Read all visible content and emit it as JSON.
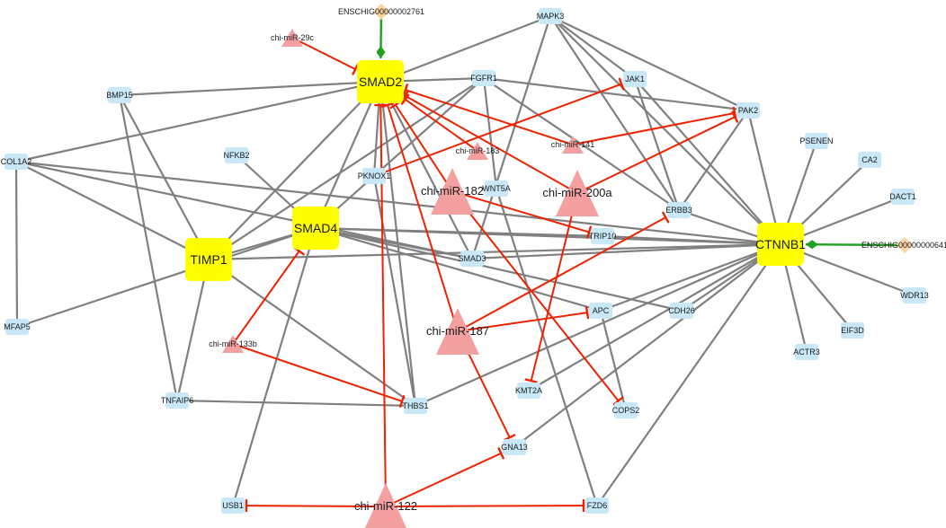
{
  "nodes": [
    {
      "id": "SMAD2",
      "label": "SMAD2",
      "type": "hub"
    },
    {
      "id": "SMAD4",
      "label": "SMAD4",
      "type": "hub"
    },
    {
      "id": "TIMP1",
      "label": "TIMP1",
      "type": "hub"
    },
    {
      "id": "CTNNB1",
      "label": "CTNNB1",
      "type": "hub"
    },
    {
      "id": "ENS2761",
      "label": "ENSCHIG00000002761",
      "type": "lnc"
    },
    {
      "id": "ENS0641",
      "label": "ENSCHIG00000000641",
      "type": "lnc"
    },
    {
      "id": "miR29c",
      "label": "chi-miR-29c",
      "type": "mirna-s"
    },
    {
      "id": "miR183",
      "label": "chi-miR-183",
      "type": "mirna-s"
    },
    {
      "id": "miR141",
      "label": "chi-miR-141",
      "type": "mirna-s"
    },
    {
      "id": "miR133b",
      "label": "chi-miR-133b",
      "type": "mirna-s"
    },
    {
      "id": "miR182",
      "label": "chi-miR-182",
      "type": "mirna-l"
    },
    {
      "id": "miR200a",
      "label": "chi-miR-200a",
      "type": "mirna-l"
    },
    {
      "id": "miR187",
      "label": "chi-miR-187",
      "type": "mirna-l"
    },
    {
      "id": "miR122",
      "label": "chi-miR-122",
      "type": "mirna-l"
    },
    {
      "id": "MAPK3",
      "label": "MAPK3",
      "type": "gene"
    },
    {
      "id": "FGFR1",
      "label": "FGFR1",
      "type": "gene"
    },
    {
      "id": "JAK1",
      "label": "JAK1",
      "type": "gene"
    },
    {
      "id": "PAK2",
      "label": "PAK2",
      "type": "gene"
    },
    {
      "id": "BMP15",
      "label": "BMP15",
      "type": "gene"
    },
    {
      "id": "COL1A2",
      "label": "COL1A2",
      "type": "gene"
    },
    {
      "id": "NFKB2",
      "label": "NFKB2",
      "type": "gene"
    },
    {
      "id": "PKNOX1",
      "label": "PKNOX1",
      "type": "gene"
    },
    {
      "id": "WNT5A",
      "label": "WNT5A",
      "type": "gene"
    },
    {
      "id": "ERBB3",
      "label": "ERBB3",
      "type": "gene"
    },
    {
      "id": "TRIP10",
      "label": "TRIP10",
      "type": "gene"
    },
    {
      "id": "SMAD3",
      "label": "SMAD3",
      "type": "gene"
    },
    {
      "id": "PSENEN",
      "label": "PSENEN",
      "type": "gene"
    },
    {
      "id": "CA2",
      "label": "CA2",
      "type": "gene"
    },
    {
      "id": "DACT1",
      "label": "DACT1",
      "type": "gene"
    },
    {
      "id": "WDR13",
      "label": "WDR13",
      "type": "gene"
    },
    {
      "id": "EIF3D",
      "label": "EIF3D",
      "type": "gene"
    },
    {
      "id": "ACTR3",
      "label": "ACTR3",
      "type": "gene"
    },
    {
      "id": "CDH26",
      "label": "CDH26",
      "type": "gene"
    },
    {
      "id": "APC",
      "label": "APC",
      "type": "gene"
    },
    {
      "id": "KMT2A",
      "label": "KMT2A",
      "type": "gene"
    },
    {
      "id": "COPS2",
      "label": "COPS2",
      "type": "gene"
    },
    {
      "id": "GNA13",
      "label": "GNA13",
      "type": "gene"
    },
    {
      "id": "THBS1",
      "label": "THBS1",
      "type": "gene"
    },
    {
      "id": "TNFAIP6",
      "label": "TNFAIP6",
      "type": "gene"
    },
    {
      "id": "MFAP5",
      "label": "MFAP5",
      "type": "gene"
    },
    {
      "id": "USB1",
      "label": "USB1",
      "type": "gene"
    },
    {
      "id": "FZD6",
      "label": "FZD6",
      "type": "gene"
    }
  ],
  "edges": [
    {
      "from": "SMAD2",
      "to": "MAPK3",
      "kind": "ppi"
    },
    {
      "from": "SMAD2",
      "to": "BMP15",
      "kind": "ppi"
    },
    {
      "from": "SMAD2",
      "to": "COL1A2",
      "kind": "ppi"
    },
    {
      "from": "SMAD2",
      "to": "TIMP1",
      "kind": "ppi"
    },
    {
      "from": "SMAD2",
      "to": "SMAD4",
      "kind": "ppi"
    },
    {
      "from": "SMAD2",
      "to": "THBS1",
      "kind": "ppi"
    },
    {
      "from": "SMAD2",
      "to": "SMAD3",
      "kind": "ppi"
    },
    {
      "from": "SMAD2",
      "to": "PKNOX1",
      "kind": "ppi"
    },
    {
      "from": "SMAD2",
      "to": "FGFR1",
      "kind": "ppi"
    },
    {
      "from": "FGFR1",
      "to": "TIMP1",
      "kind": "ppi"
    },
    {
      "from": "FGFR1",
      "to": "SMAD4",
      "kind": "ppi"
    },
    {
      "from": "FGFR1",
      "to": "PAK2",
      "kind": "ppi"
    },
    {
      "from": "FGFR1",
      "to": "WNT5A",
      "kind": "ppi"
    },
    {
      "from": "FGFR1",
      "to": "ERBB3",
      "kind": "ppi"
    },
    {
      "from": "MAPK3",
      "to": "SMAD3",
      "kind": "ppi"
    },
    {
      "from": "MAPK3",
      "to": "JAK1",
      "kind": "ppi"
    },
    {
      "from": "MAPK3",
      "to": "PAK2",
      "kind": "ppi"
    },
    {
      "from": "MAPK3",
      "to": "ERBB3",
      "kind": "ppi"
    },
    {
      "from": "MAPK3",
      "to": "CTNNB1",
      "kind": "ppi"
    },
    {
      "from": "JAK1",
      "to": "ERBB3",
      "kind": "ppi"
    },
    {
      "from": "JAK1",
      "to": "CTNNB1",
      "kind": "ppi"
    },
    {
      "from": "PAK2",
      "to": "ERBB3",
      "kind": "ppi"
    },
    {
      "from": "PAK2",
      "to": "CTNNB1",
      "kind": "ppi"
    },
    {
      "from": "BMP15",
      "to": "TIMP1",
      "kind": "ppi"
    },
    {
      "from": "BMP15",
      "to": "TNFAIP6",
      "kind": "ppi"
    },
    {
      "from": "COL1A2",
      "to": "TIMP1",
      "kind": "ppi"
    },
    {
      "from": "COL1A2",
      "to": "MFAP5",
      "kind": "ppi"
    },
    {
      "from": "COL1A2",
      "to": "SMAD3",
      "kind": "ppi"
    },
    {
      "from": "MFAP5",
      "to": "SMAD4",
      "kind": "ppi"
    },
    {
      "from": "TIMP1",
      "to": "TNFAIP6",
      "kind": "ppi"
    },
    {
      "from": "TIMP1",
      "to": "SMAD4",
      "kind": "ppi"
    },
    {
      "from": "TIMP1",
      "to": "THBS1",
      "kind": "ppi"
    },
    {
      "from": "TIMP1",
      "to": "CTNNB1",
      "kind": "ppi"
    },
    {
      "from": "TNFAIP6",
      "to": "THBS1",
      "kind": "ppi"
    },
    {
      "from": "NFKB2",
      "to": "SMAD4",
      "kind": "ppi"
    },
    {
      "from": "PKNOX1",
      "to": "THBS1",
      "kind": "ppi"
    },
    {
      "from": "SMAD4",
      "to": "SMAD3",
      "kind": "ppi"
    },
    {
      "from": "SMAD4",
      "to": "TRIP10",
      "kind": "ppi"
    },
    {
      "from": "SMAD4",
      "to": "APC",
      "kind": "ppi"
    },
    {
      "from": "SMAD4",
      "to": "CTNNB1",
      "kind": "ppi"
    },
    {
      "from": "SMAD4",
      "to": "USB1",
      "kind": "ppi"
    },
    {
      "from": "SMAD4",
      "to": "CDH26",
      "kind": "ppi"
    },
    {
      "from": "WNT5A",
      "to": "FZD6",
      "kind": "ppi"
    },
    {
      "from": "SMAD3",
      "to": "CTNNB1",
      "kind": "ppi"
    },
    {
      "from": "TRIP10",
      "to": "CTNNB1",
      "kind": "ppi"
    },
    {
      "from": "ERBB3",
      "to": "CTNNB1",
      "kind": "ppi"
    },
    {
      "from": "COL1A2",
      "to": "CTNNB1",
      "kind": "ppi"
    },
    {
      "from": "CTNNB1",
      "to": "PSENEN",
      "kind": "ppi"
    },
    {
      "from": "CTNNB1",
      "to": "CA2",
      "kind": "ppi"
    },
    {
      "from": "CTNNB1",
      "to": "DACT1",
      "kind": "ppi"
    },
    {
      "from": "CTNNB1",
      "to": "WDR13",
      "kind": "ppi"
    },
    {
      "from": "CTNNB1",
      "to": "EIF3D",
      "kind": "ppi"
    },
    {
      "from": "CTNNB1",
      "to": "ACTR3",
      "kind": "ppi"
    },
    {
      "from": "CTNNB1",
      "to": "APC",
      "kind": "ppi"
    },
    {
      "from": "CTNNB1",
      "to": "CDH26",
      "kind": "ppi"
    },
    {
      "from": "CTNNB1",
      "to": "KMT2A",
      "kind": "ppi"
    },
    {
      "from": "CTNNB1",
      "to": "THBS1",
      "kind": "ppi"
    },
    {
      "from": "CTNNB1",
      "to": "GNA13",
      "kind": "ppi"
    },
    {
      "from": "CTNNB1",
      "to": "FZD6",
      "kind": "ppi"
    },
    {
      "from": "APC",
      "to": "COPS2",
      "kind": "ppi"
    },
    {
      "from": "miR29c",
      "to": "SMAD2",
      "kind": "inhibit"
    },
    {
      "from": "miR183",
      "to": "SMAD2",
      "kind": "inhibit"
    },
    {
      "from": "miR141",
      "to": "SMAD2",
      "kind": "inhibit"
    },
    {
      "from": "miR141",
      "to": "PAK2",
      "kind": "inhibit"
    },
    {
      "from": "miR182",
      "to": "SMAD2",
      "kind": "inhibit"
    },
    {
      "from": "miR182",
      "to": "TRIP10",
      "kind": "inhibit"
    },
    {
      "from": "miR182",
      "to": "COPS2",
      "kind": "inhibit"
    },
    {
      "from": "miR200a",
      "to": "SMAD2",
      "kind": "inhibit"
    },
    {
      "from": "miR200a",
      "to": "PAK2",
      "kind": "inhibit"
    },
    {
      "from": "miR200a",
      "to": "KMT2A",
      "kind": "inhibit"
    },
    {
      "from": "miR187",
      "to": "SMAD2",
      "kind": "inhibit"
    },
    {
      "from": "miR187",
      "to": "ERBB3",
      "kind": "inhibit"
    },
    {
      "from": "miR187",
      "to": "APC",
      "kind": "inhibit"
    },
    {
      "from": "miR187",
      "to": "GNA13",
      "kind": "inhibit"
    },
    {
      "from": "miR133b",
      "to": "SMAD4",
      "kind": "inhibit"
    },
    {
      "from": "miR133b",
      "to": "THBS1",
      "kind": "inhibit"
    },
    {
      "from": "miR122",
      "to": "SMAD2",
      "kind": "inhibit"
    },
    {
      "from": "miR122",
      "to": "USB1",
      "kind": "inhibit"
    },
    {
      "from": "miR122",
      "to": "FZD6",
      "kind": "inhibit"
    },
    {
      "from": "miR122",
      "to": "GNA13",
      "kind": "inhibit"
    },
    {
      "from": "PKNOX1",
      "to": "JAK1",
      "kind": "inhibit"
    },
    {
      "from": "ENS2761",
      "to": "SMAD2",
      "kind": "lnc"
    },
    {
      "from": "ENS0641",
      "to": "CTNNB1",
      "kind": "lnc"
    }
  ],
  "colors": {
    "hub_fill": "#ffff00",
    "gene_fill": "#c8e8f8",
    "mirna_fill": "#f4a0a0",
    "lnc_fill": "#fcd4a0",
    "ppi_edge": "#808080",
    "inhibit_edge": "#ee2200",
    "lnc_edge": "#22a022"
  },
  "legend": []
}
